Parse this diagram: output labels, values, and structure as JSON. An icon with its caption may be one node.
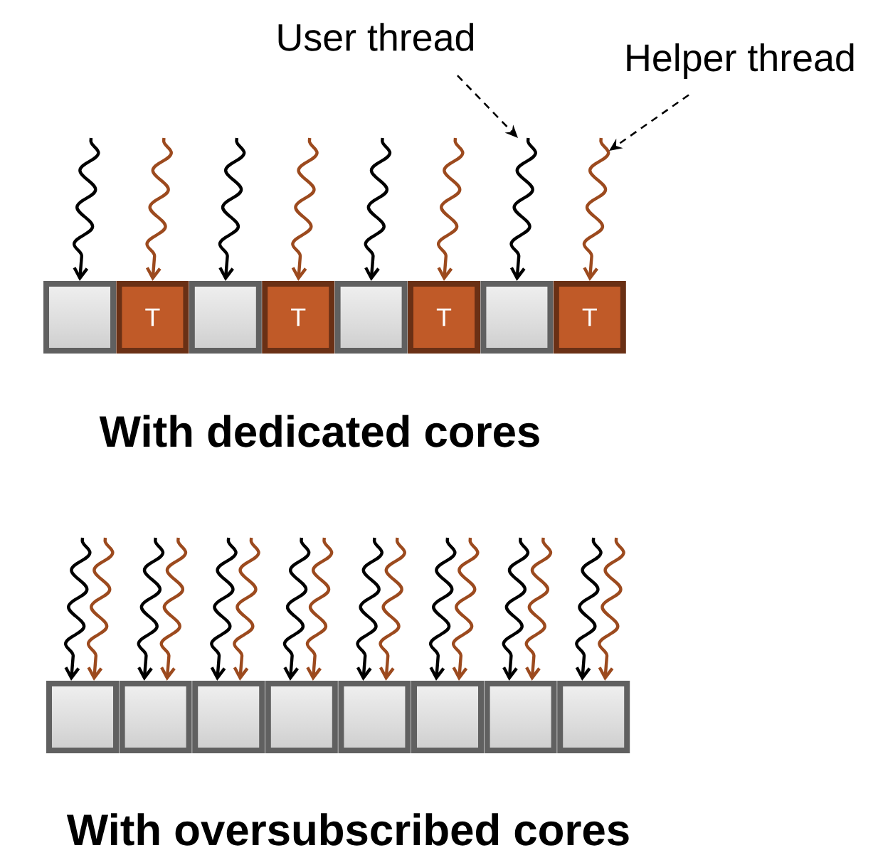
{
  "diagram": {
    "nodes": [
      {
        "text": [
          "User thread"
        ]
      },
      {
        "text": [
          "Helper thread"
        ]
      },
      {
        "text": [],
        "shape": "box"
      },
      {
        "text": [
          "T"
        ]
      },
      {
        "text": [],
        "shape": "box"
      },
      {
        "text": [
          "T"
        ]
      },
      {
        "text": [],
        "shape": "box"
      },
      {
        "text": [
          "T"
        ]
      },
      {
        "text": [],
        "shape": "box"
      },
      {
        "text": [
          "T"
        ]
      },
      {
        "text": [],
        "shape": "box"
      },
      {
        "text": [],
        "shape": "box"
      },
      {
        "text": [],
        "shape": "box"
      },
      {
        "text": [],
        "shape": "box"
      },
      {
        "text": [],
        "shape": "box"
      },
      {
        "text": [],
        "shape": "box"
      },
      {
        "text": [],
        "shape": "box"
      },
      {
        "text": [],
        "shape": "box"
      }
    ],
    "edges": [
      {
        "from": null,
        "to": 2,
        "arrow": "to"
      },
      {
        "from": null,
        "to": 3,
        "arrow": "to",
        "color": "#9c4a1e"
      },
      {
        "from": null,
        "to": 4,
        "arrow": "to"
      },
      {
        "from": null,
        "to": 5,
        "arrow": "to",
        "color": "#9c4a1e"
      },
      {
        "from": null,
        "to": 6,
        "arrow": "to"
      },
      {
        "from": null,
        "to": 7,
        "arrow": "to",
        "color": "#9c4a1e"
      },
      {
        "from": null,
        "to": 8,
        "arrow": "to"
      },
      {
        "from": null,
        "to": 9,
        "arrow": "to",
        "color": "#9c4a1e"
      },
      {
        "from": null,
        "to": 10,
        "arrow": "to"
      },
      {
        "from": null,
        "to": 10,
        "arrow": "to",
        "color": "#9c4a1e"
      },
      {
        "from": null,
        "to": 11,
        "arrow": "to"
      },
      {
        "from": null,
        "to": 11,
        "arrow": "to",
        "color": "#9c4a1e"
      },
      {
        "from": null,
        "to": 12,
        "arrow": "to"
      },
      {
        "from": null,
        "to": 12,
        "arrow": "to",
        "color": "#9c4a1e"
      },
      {
        "from": null,
        "to": 13,
        "arrow": "to"
      },
      {
        "from": null,
        "to": 13,
        "arrow": "to",
        "color": "#9c4a1e"
      },
      {
        "from": null,
        "to": 14,
        "arrow": "to"
      },
      {
        "from": null,
        "to": 14,
        "arrow": "to",
        "color": "#9c4a1e"
      },
      {
        "from": null,
        "to": 15,
        "arrow": "to"
      },
      {
        "from": null,
        "to": 15,
        "arrow": "to",
        "color": "#9c4a1e"
      },
      {
        "from": null,
        "to": 16,
        "arrow": "to"
      },
      {
        "from": null,
        "to": 16,
        "arrow": "to",
        "color": "#9c4a1e"
      },
      {
        "from": null,
        "to": 17,
        "arrow": "to"
      },
      {
        "from": null,
        "to": 17,
        "arrow": "to",
        "color": "#9c4a1e"
      },
      {
        "from": 0,
        "to": null,
        "arrow": "to",
        "style": "dashed"
      },
      {
        "from": 1,
        "to": null,
        "arrow": "to",
        "style": "dashed"
      }
    ],
    "labels": [
      "With dedicated cores",
      "With oversubscribed cores"
    ]
  }
}
